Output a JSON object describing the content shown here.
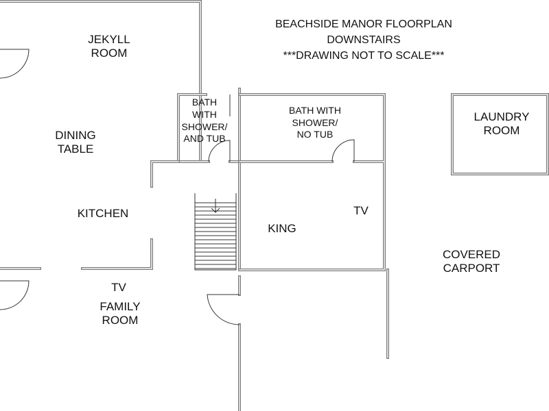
{
  "title_lines": {
    "line1": "BEACHSIDE MANOR FLOORPLAN",
    "line2": "DOWNSTAIRS",
    "line3": "***DRAWING NOT TO SCALE***"
  },
  "rooms": {
    "jekyll": "JEKYLL\nROOM",
    "dining": "DINING\nTABLE",
    "kitchen": "KITCHEN",
    "bath_tub": "BATH\nWITH\nSHOWER/\nAND TUB",
    "bath_no_tub": "BATH WITH\nSHOWER/\nNO TUB",
    "laundry": "LAUNDRY\nROOM",
    "king": "KING",
    "king_tv": "TV",
    "family_tv": "TV",
    "family": "FAMILY\nROOM",
    "carport": "COVERED\nCARPORT"
  },
  "colors": {
    "wall": "#7a7a7a",
    "line": "#333333",
    "text": "#111111"
  }
}
